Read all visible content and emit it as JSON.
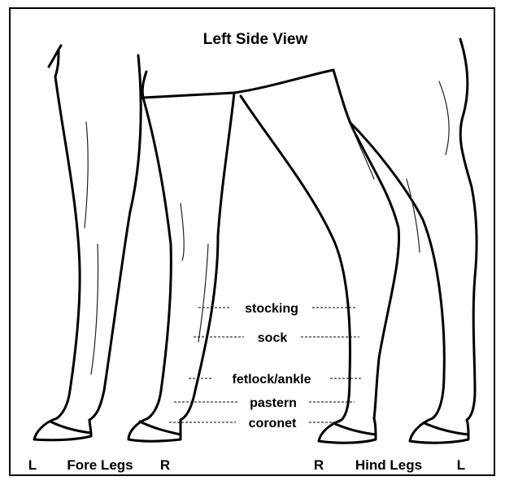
{
  "title": "Left Side View",
  "labels": {
    "stocking": "stocking",
    "sock": "sock",
    "fetlock": "fetlock/ankle",
    "pastern": "pastern",
    "coronet": "coronet"
  },
  "bottom": {
    "fore_l": "L",
    "fore_legs": "Fore Legs",
    "fore_r": "R",
    "hind_r": "R",
    "hind_legs": "Hind Legs",
    "hind_l": "L"
  },
  "colors": {
    "line": "#000000",
    "background": "#ffffff"
  }
}
